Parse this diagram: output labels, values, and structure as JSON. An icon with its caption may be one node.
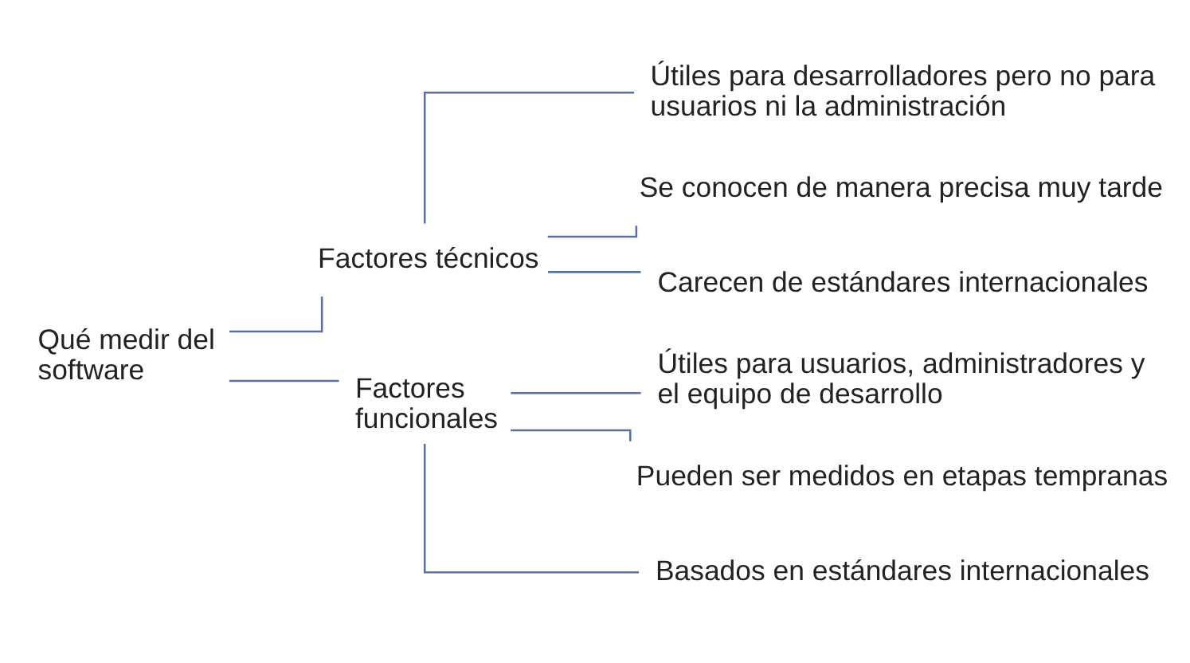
{
  "diagram": {
    "nodes": [
      {
        "text": [
          "Qué medir del software"
        ]
      },
      {
        "text": [
          "Factores técnicos"
        ]
      },
      {
        "text": [
          "Útiles para desarrolladores pero no para usuarios ni la administración"
        ]
      },
      {
        "text": [
          "Se conocen de manera precisa muy tarde"
        ]
      },
      {
        "text": [
          "Carecen de estándares internacionales"
        ]
      },
      {
        "text": [
          "Factores funcionales"
        ]
      },
      {
        "text": [
          "Útiles para usuarios, administradores y el equipo de desarrollo"
        ]
      },
      {
        "text": [
          "Pueden ser medidos en etapas tempranas"
        ]
      },
      {
        "text": [
          "Basados en estándares internacionales"
        ]
      }
    ],
    "edges": [
      {
        "from": 0,
        "to": 1,
        "arrow": "none"
      },
      {
        "from": 0,
        "to": 5,
        "arrow": "none"
      },
      {
        "from": 1,
        "to": 2,
        "arrow": "none"
      },
      {
        "from": 1,
        "to": 3,
        "arrow": "none"
      },
      {
        "from": 1,
        "to": 4,
        "arrow": "none"
      },
      {
        "from": 5,
        "to": 6,
        "arrow": "none"
      },
      {
        "from": 5,
        "to": 7,
        "arrow": "none"
      },
      {
        "from": 5,
        "to": 8,
        "arrow": "none"
      }
    ]
  }
}
